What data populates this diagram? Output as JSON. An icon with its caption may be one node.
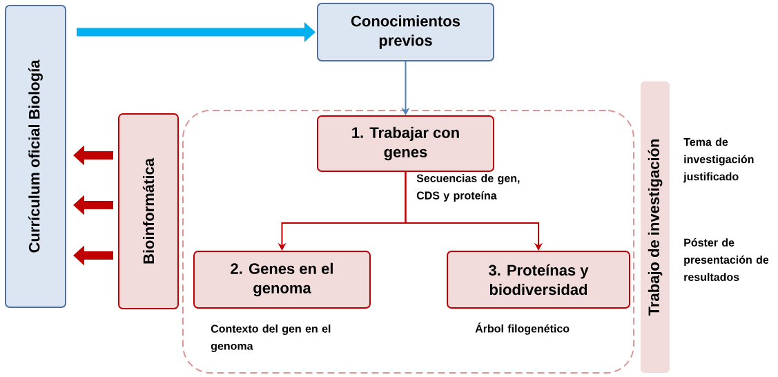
{
  "diagram": {
    "nodes": [
      {
        "text": [
          "Currículum oficial Biología"
        ]
      },
      {
        "text": [
          "Conocimientos previos"
        ]
      },
      {
        "text": [
          "Bioinformática"
        ]
      },
      {
        "text": [],
        "shape": "box"
      },
      {
        "text": [
          "1. Trabajar con genes"
        ],
        "in": 3,
        "beside": [
          "Secuencias de gen, CDS y proteína"
        ]
      },
      {
        "text": [
          "2. Genes en el genoma"
        ],
        "in": 3,
        "beside": [
          "Contexto del gen en el genoma"
        ]
      },
      {
        "text": [
          "3. Proteínas y biodiversidad"
        ],
        "in": 3,
        "beside": [
          "Árbol filogenético"
        ]
      },
      {
        "text": [
          "Trabajo de investigación"
        ],
        "beside": [
          "Tema de investigación justificado",
          "Póster de presentación de resultados"
        ]
      }
    ],
    "edges": [
      {
        "from": 0,
        "to": 1,
        "arrow": "to",
        "color": "#00b0f0"
      },
      {
        "from": 1,
        "to": 4,
        "arrow": "to",
        "color": "#4f81bd"
      },
      {
        "from": 4,
        "to": 5,
        "arrow": "to"
      },
      {
        "from": 4,
        "to": 6,
        "arrow": "to"
      },
      {
        "from": 2,
        "to": 0,
        "arrow": "to"
      },
      {
        "from": 2,
        "to": 0,
        "arrow": "to"
      },
      {
        "from": 2,
        "to": 0,
        "arrow": "to"
      }
    ]
  }
}
